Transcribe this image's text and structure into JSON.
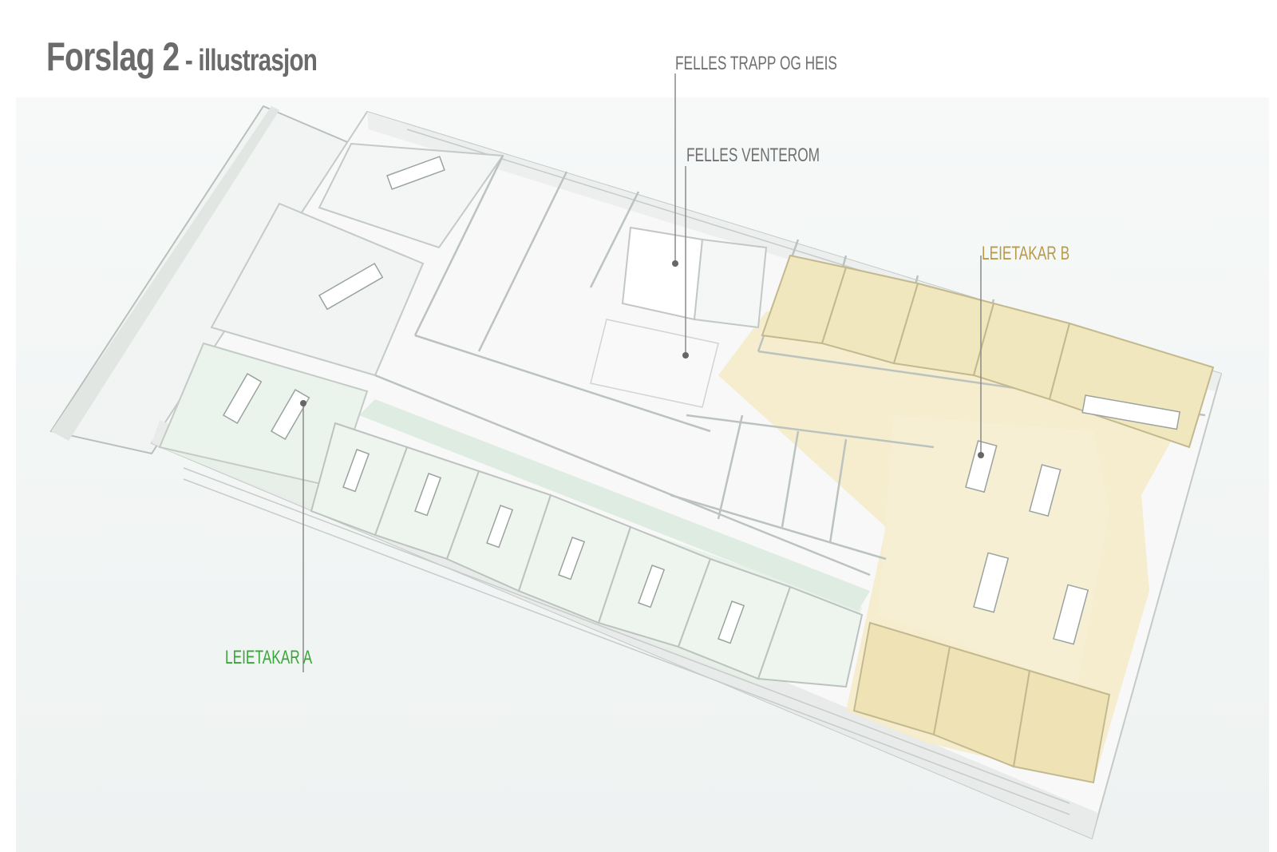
{
  "title": {
    "main": "Forslag 2",
    "separator": " - ",
    "sub": "illustrasjon"
  },
  "labels": {
    "felles_trapp": "FELLES TRAPP OG HEIS",
    "felles_venterom": "FELLES VENTEROM",
    "leietakar_a": "LEIETAKAR A",
    "leietakar_b": "LEIETAKAR B"
  },
  "colors": {
    "title": "#6b6b6b",
    "label_gray": "#707070",
    "leietakar_a": "#3aa53a",
    "leietakar_b": "#b99a4a",
    "tenant_a_floor": "#e6f1e8",
    "tenant_b_floor": "#f4ecca",
    "wall": "#fafafa",
    "wall_edge": "#c9cfcb"
  }
}
